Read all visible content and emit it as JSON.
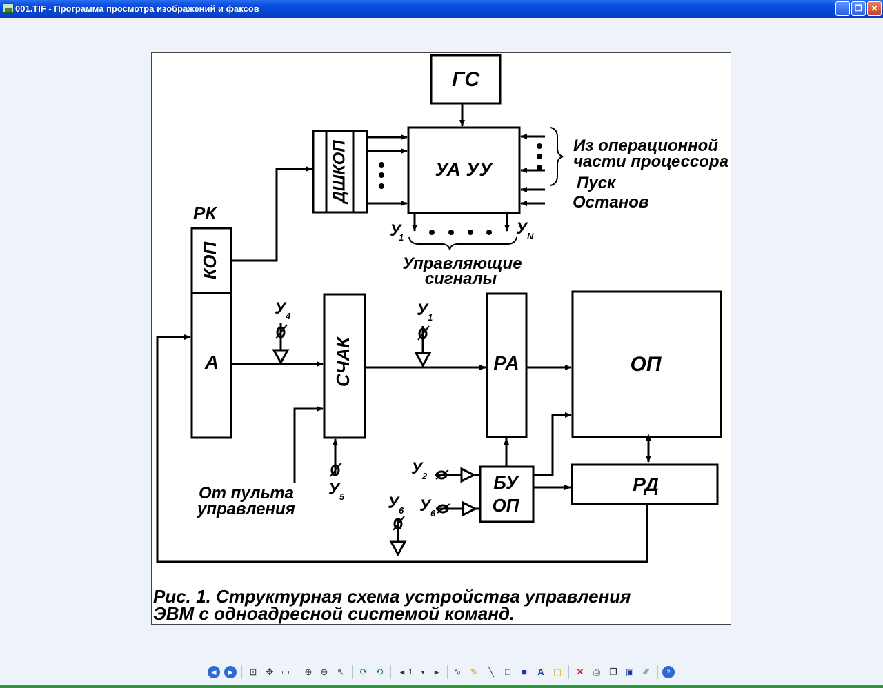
{
  "window": {
    "title": "001.TIF - Программа просмотра изображений и факсов"
  },
  "diagram": {
    "blocks": {
      "gs": "ГС",
      "ua_uu": "УА УУ",
      "dshkop": "ДШКОП",
      "kop": "КОП",
      "a": "А",
      "schak": "СЧАК",
      "ra": "РА",
      "op": "ОП",
      "rd": "РД",
      "bu_op_line1": "БУ",
      "bu_op_line2": "ОП"
    },
    "labels": {
      "rk": "РК",
      "from_op_1": "Из операционной",
      "from_op_2": "части процессора",
      "start": "Пуск",
      "stop": "Останов",
      "y": "У",
      "n_sub": "N",
      "ctrl_1": "Управляющие",
      "ctrl_2": "сигналы",
      "panel_1": "От пульта",
      "panel_2": "управления",
      "sub_1": "1",
      "sub_2": "2",
      "sub_4": "4",
      "sub_5": "5",
      "sub_6": "6"
    },
    "caption": {
      "line1": "Рис. 1. Структурная схема устройства управления",
      "line2": "ЭВМ с одноадресной системой команд."
    }
  },
  "toolbar": {
    "page_number": "1"
  },
  "icons": [
    "prev-image-icon",
    "next-image-icon",
    "best-fit-icon",
    "actual-size-icon",
    "slideshow-icon",
    "zoom-in-icon",
    "zoom-out-icon",
    "pointer-icon",
    "rotate-cw-icon",
    "rotate-ccw-icon",
    "prev-page-icon",
    "page-dropdown-icon",
    "next-page-icon",
    "freehand-icon",
    "highlighter-icon",
    "line-icon",
    "frame-icon",
    "filled-rect-icon",
    "text-icon",
    "note-icon",
    "delete-icon",
    "print-icon",
    "copy-icon",
    "save-icon",
    "edit-icon",
    "help-icon"
  ]
}
